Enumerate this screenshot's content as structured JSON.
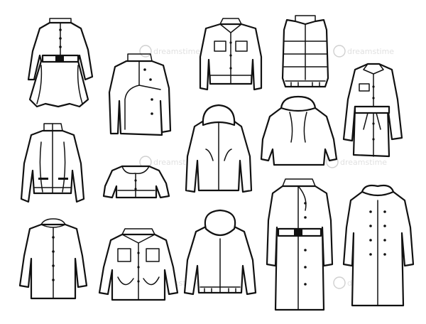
{
  "illustration": {
    "style": "black-and-white line art",
    "background_color": "#ffffff",
    "stroke_color": "#111111",
    "garments": [
      {
        "name": "dress-coat-with-belt"
      },
      {
        "name": "asymmetric-short-jacket"
      },
      {
        "name": "denim-jacket"
      },
      {
        "name": "puffer-vest"
      },
      {
        "name": "belted-coat-with-collar"
      },
      {
        "name": "zip-jacket"
      },
      {
        "name": "cropped-jacket"
      },
      {
        "name": "hooded-jacket"
      },
      {
        "name": "funnel-neck-cape"
      },
      {
        "name": "rounded-collar-coat"
      },
      {
        "name": "utility-jacket"
      },
      {
        "name": "hoodie"
      },
      {
        "name": "long-belted-coat"
      },
      {
        "name": "double-breasted-coat"
      }
    ]
  },
  "watermark": {
    "text": "dreamstime"
  }
}
